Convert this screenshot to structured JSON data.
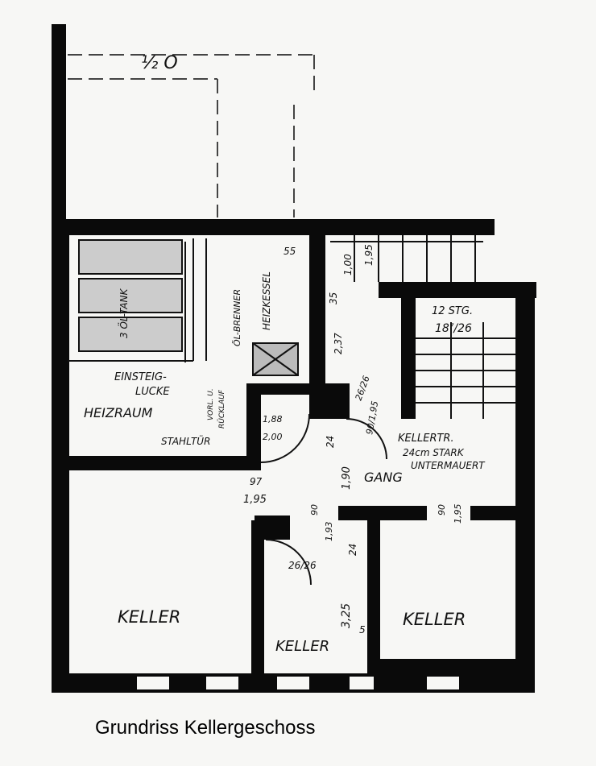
{
  "caption": "Grundriss Kellergeschoss",
  "rooms": {
    "heizraum": "HEIZRAUM",
    "gang": "GANG",
    "keller_left": "KELLER",
    "keller_mid": "KELLER",
    "keller_right": "KELLER",
    "kellertr": "KELLERTR."
  },
  "annotations": {
    "einsteig_line1": "EINSTEIG-",
    "einsteig_line2": "LUCKE",
    "stahltur": "STAHLTÜR",
    "heizkessel": "HEIZKESSEL",
    "brenner": "ÖL-BRENNER",
    "oltank": "3 ÖL-TANK",
    "stairs_steps": "12 STG.",
    "stairs_ratio": "18⁷/26",
    "kellertr_wall1": "24cm STARK",
    "kellertr_wall2": "UNTERMAUERT",
    "vorlauf": "VORL. U.",
    "rucklauf": "RÜCKLAUF"
  },
  "dimensions": {
    "d55": "55",
    "d100": "1,00",
    "d195_top": "1,95",
    "d35": "35",
    "d237": "2,37",
    "d26_26_top": "26/26",
    "d90_195": "90/1,95",
    "d188": "1,88",
    "d200": "2,00",
    "d24_a": "24",
    "d190": "1,90",
    "d97": "97",
    "d195_mid": "1,95",
    "d90_a": "90",
    "d193": "1,93",
    "d24_b": "24",
    "d26_26": "26/26",
    "d325": "3,25",
    "d5": "5",
    "d90_b": "90",
    "d195_right": "1,95"
  }
}
